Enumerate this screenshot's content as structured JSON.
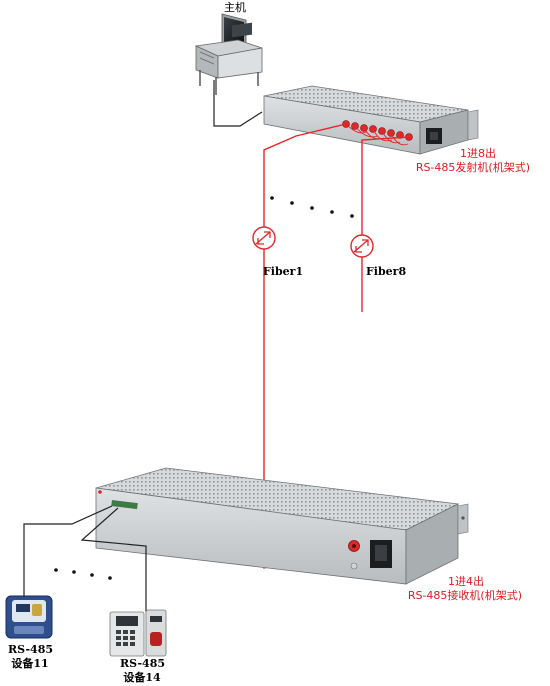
{
  "host": {
    "label": "主机"
  },
  "transmitter": {
    "line1": "1进8出",
    "line2": "RS-485发射机(机架式)"
  },
  "receiver": {
    "line1": "1进4出",
    "line2": "RS-485接收机(机架式)"
  },
  "fibers": [
    {
      "label": "Fiber1"
    },
    {
      "label": "Fiber8"
    }
  ],
  "devices": [
    {
      "line1": "RS-485",
      "line2": "设备11"
    },
    {
      "line1": "RS-485",
      "line2": "设备14"
    }
  ],
  "colors": {
    "fiber": "#e0282a",
    "cable": "#222222",
    "chassis": "#c9ccce",
    "label_red": "#d81e1e"
  }
}
